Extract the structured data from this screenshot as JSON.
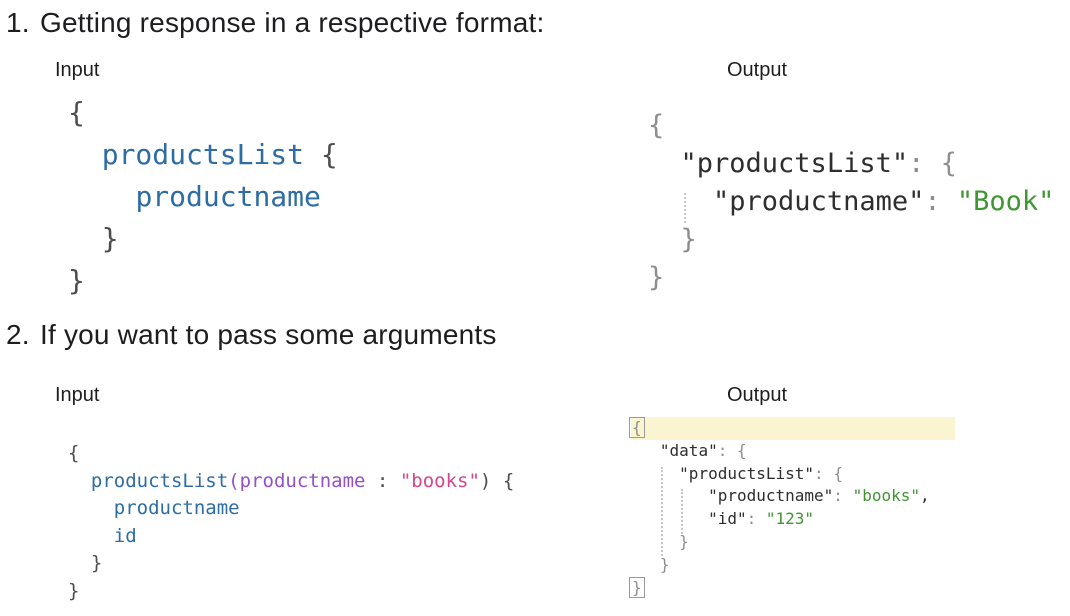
{
  "colors": {
    "background": "#ffffff",
    "heading": "#1d1d1f",
    "blue": "#2e6da4",
    "purple": "#9450c8",
    "pink": "#d5468a",
    "inbrace": "#4d4d4d",
    "gray": "#8e8e8e",
    "dark": "#2e2e2e",
    "green": "#3f9632",
    "highlight": "#fbf4d0",
    "box_border": "#9a9a9a",
    "guide": "#c8c8c8"
  },
  "sections": [
    {
      "number": "1.",
      "title": "Getting response in a respective format:",
      "input_label": "Input",
      "output_label": "Output",
      "input_code": [
        {
          "tokens": [
            [
              "{",
              "inbrace"
            ]
          ]
        },
        {
          "tokens": [
            [
              "  ",
              null
            ],
            [
              "productsList",
              "blue"
            ],
            [
              " ",
              null
            ],
            [
              "{",
              "inbrace"
            ]
          ]
        },
        {
          "tokens": [
            [
              "    ",
              null
            ],
            [
              "productname",
              "blue"
            ]
          ]
        },
        {
          "tokens": [
            [
              "  ",
              null
            ],
            [
              "}",
              "inbrace"
            ]
          ]
        },
        {
          "tokens": [
            [
              "}",
              "inbrace"
            ]
          ]
        }
      ],
      "output_code": [
        {
          "tokens": [
            [
              "{",
              "gray"
            ]
          ]
        },
        {
          "tokens": [
            [
              "  ",
              null
            ],
            [
              "\"productsList\"",
              "dark"
            ],
            [
              ":",
              "gray"
            ],
            [
              " ",
              null
            ],
            [
              "{",
              "gray"
            ]
          ]
        },
        {
          "tokens": [
            [
              "    ",
              null
            ],
            [
              "\"productname\"",
              "dark"
            ],
            [
              ":",
              "gray"
            ],
            [
              " ",
              null
            ],
            [
              "\"Book\"",
              "green"
            ]
          ]
        },
        {
          "tokens": [
            [
              "  ",
              null
            ],
            [
              "}",
              "gray"
            ]
          ]
        },
        {
          "tokens": [
            [
              "}",
              "gray"
            ]
          ]
        }
      ]
    },
    {
      "number": "2.",
      "title": "If you want to pass some arguments",
      "input_label": "Input",
      "output_label": "Output",
      "input_code": [
        {
          "tokens": [
            [
              "{",
              "inbrace"
            ]
          ]
        },
        {
          "tokens": [
            [
              "  ",
              null
            ],
            [
              "productsList",
              "blue"
            ],
            [
              "(",
              "purple"
            ],
            [
              "productname",
              "purple"
            ],
            [
              " ",
              null
            ],
            [
              ":",
              "inbrace"
            ],
            [
              " ",
              null
            ],
            [
              "\"books\"",
              "pink"
            ],
            [
              ")",
              "inbrace"
            ],
            [
              " ",
              null
            ],
            [
              "{",
              "inbrace"
            ]
          ]
        },
        {
          "tokens": [
            [
              "    ",
              null
            ],
            [
              "productname",
              "blue"
            ]
          ]
        },
        {
          "tokens": [
            [
              "    ",
              null
            ],
            [
              "id",
              "blue"
            ]
          ]
        },
        {
          "tokens": [
            [
              "  ",
              null
            ],
            [
              "}",
              "inbrace"
            ]
          ]
        },
        {
          "tokens": [
            [
              "}",
              "inbrace"
            ]
          ]
        }
      ],
      "output_code": [
        {
          "highlight": true,
          "tokens": [
            [
              "{",
              "gray box"
            ]
          ]
        },
        {
          "tokens": [
            [
              "   ",
              null
            ],
            [
              "\"data\"",
              "dark"
            ],
            [
              ":",
              "gray"
            ],
            [
              " ",
              null
            ],
            [
              "{",
              "gray"
            ]
          ]
        },
        {
          "tokens": [
            [
              "     ",
              null
            ],
            [
              "\"productsList\"",
              "dark"
            ],
            [
              ":",
              "gray"
            ],
            [
              " ",
              null
            ],
            [
              "{",
              "gray"
            ]
          ]
        },
        {
          "tokens": [
            [
              "        ",
              null
            ],
            [
              "\"productname\"",
              "dark"
            ],
            [
              ":",
              "gray"
            ],
            [
              " ",
              null
            ],
            [
              "\"books\"",
              "green"
            ],
            [
              ",",
              "dark"
            ]
          ]
        },
        {
          "tokens": [
            [
              "        ",
              null
            ],
            [
              "\"id\"",
              "dark"
            ],
            [
              ":",
              "gray"
            ],
            [
              " ",
              null
            ],
            [
              "\"123\"",
              "green"
            ]
          ]
        },
        {
          "tokens": [
            [
              "     ",
              null
            ],
            [
              "}",
              "gray"
            ]
          ]
        },
        {
          "tokens": [
            [
              "   ",
              null
            ],
            [
              "}",
              "gray"
            ]
          ]
        },
        {
          "tokens": [
            [
              "}",
              "gray box"
            ]
          ]
        }
      ]
    }
  ]
}
